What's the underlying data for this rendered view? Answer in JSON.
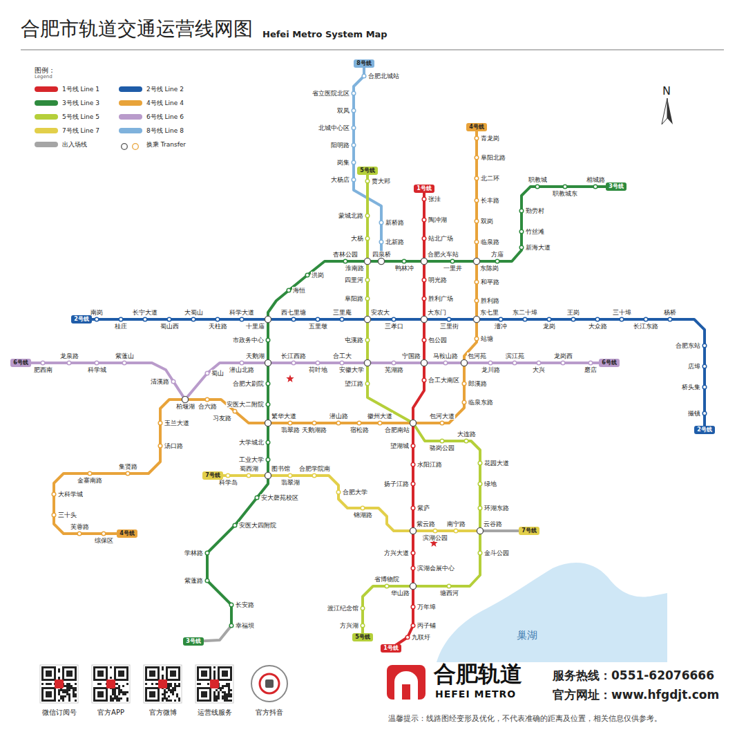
{
  "diagram": {
    "title": "合肥市轨道交通运营线网图",
    "nodes": [
      {
        "text": [
          "8号线"
        ]
      },
      {
        "text": [
          "4号线"
        ]
      },
      {
        "text": [
          "5号线"
        ]
      },
      {
        "text": [
          "1号线"
        ]
      },
      {
        "text": [
          "3号线"
        ]
      },
      {
        "text": [
          "2号线"
        ]
      },
      {
        "text": [
          "6号线"
        ]
      },
      {
        "text": [
          "6号线"
        ]
      },
      {
        "text": [
          "2号线"
        ]
      },
      {
        "text": [
          "7号线"
        ]
      },
      {
        "text": [
          "7号线"
        ]
      },
      {
        "text": [
          "4号线"
        ]
      },
      {
        "text": [
          "5号线"
        ]
      },
      {
        "text": [
          "3号线"
        ]
      },
      {
        "text": [
          "1号线"
        ]
      }
    ],
    "labels": [
      "Hefei Metro System Map",
      "图例：",
      "Legend",
      "N",
      "巢湖",
      "微信订阅号",
      "官方APP",
      "官方微博",
      "运营线服务",
      "官方抖音",
      "合肥轨道",
      "HEFEI METRO",
      "服务热线：0551-62076666",
      "官方网址：www.hfgdjt.com",
      "温馨提示：线路图经变形及优化，不代表准确的距离及位置，相关信息仅供参考。",
      "张洼",
      "陶冲湖",
      "站北广场",
      "合肥火车站",
      "明光路",
      "胜利广场",
      "大东门",
      "包公园",
      "宁国路",
      "合工大南区",
      "合肥南站",
      "望湖城",
      "水阳江路",
      "扬子江路",
      "紫庐",
      "紫云路",
      "方兴大道",
      "滨湖会展中心",
      "华山路",
      "万年埠",
      "丙子铺",
      "九联圩",
      "南岗",
      "桂庄",
      "长宁大道",
      "蜀山西",
      "大蜀山",
      "天柱路",
      "科学大道",
      "十里庙",
      "西七里塘",
      "五里墩",
      "三里庵",
      "安农大",
      "三孝口",
      "三里街",
      "东七里",
      "漕冲",
      "东二十埠",
      "龙岗",
      "王岗",
      "大众路",
      "三十埠",
      "长江东路",
      "杨桥",
      "合肥东站",
      "店埠",
      "桥头集",
      "撮镇",
      "相城路",
      "职教城东",
      "职教城",
      "勤劳村",
      "竹丝滩",
      "新海大道",
      "方庙",
      "东陈岗",
      "一里井",
      "鸭林冲",
      "四泉桥",
      "淮南路",
      "杏林公园",
      "洪岗",
      "海恒",
      "市政务中心",
      "天鹅湖",
      "合肥大剧院",
      "安医大二附院",
      "繁华大道",
      "大学城北",
      "工业大学",
      "图书馆",
      "安大磬苑校区",
      "安医大四附院",
      "学林路",
      "紫蓬路",
      "长安路",
      "幸福坝",
      "青龙岗",
      "阜阳北路",
      "北二环",
      "长丰路",
      "双岗",
      "临泉路",
      "和平路",
      "胜利路",
      "站塘",
      "包河苑",
      "郎溪路",
      "临泉东路",
      "包河大道",
      "徽州大道",
      "宿松路",
      "潜山路",
      "天鹅湖路",
      "翡翠路",
      "习友路",
      "合六路",
      "柏堰湖",
      "玉兰大道",
      "汤口路",
      "集贤路",
      "金寨南路",
      "大科学城",
      "三十头",
      "芙蓉路",
      "综保区",
      "贾大郢",
      "蒙城北路",
      "大杨",
      "四里河",
      "阜阳路",
      "屯溪路",
      "安徽大学",
      "望江路",
      "骆岗公园",
      "大连路",
      "花园大道",
      "绿地",
      "环湖东路",
      "云谷路",
      "金斗公园",
      "塘西河",
      "省博物院",
      "渡江纪念馆",
      "方兴湖",
      "肥西南",
      "龙泉路",
      "科学城",
      "紫蓬山",
      "清溪路",
      "蜀山",
      "潜山北路",
      "长江西路",
      "荷叶地",
      "合工大",
      "芜湖路",
      "马鞍山路",
      "龙川路",
      "滨江苑",
      "大兴",
      "龙岗西",
      "磨店",
      "科学岛",
      "蜀西湖",
      "翡翠湖",
      "合肥学院南",
      "合肥大学",
      "锦湖路",
      "滨湖公园",
      "南宁路",
      "合肥北城站",
      "省立医院北区",
      "双凤",
      "北城中心区",
      "阳明路",
      "岗集",
      "大杨店",
      "新桥路",
      "北新路"
    ],
    "legend": [
      {
        "text": "1号线 Line 1",
        "color": "#d7262b"
      },
      {
        "text": "2号线 Line 2",
        "color": "#1f5ca8"
      },
      {
        "text": "3号线 Line 3",
        "color": "#2e8b3e"
      },
      {
        "text": "4号线 Line 4",
        "color": "#e8a33a"
      },
      {
        "text": "5号线 Line 5",
        "color": "#b5cf3a"
      },
      {
        "text": "6号线 Line 6",
        "color": "#b99bcb"
      },
      {
        "text": "7号线 Line 7",
        "color": "#e2cf4a"
      },
      {
        "text": "8号线 Line 8",
        "color": "#7fb2dc"
      },
      {
        "text": "出入场线",
        "color": "#a5a5a5"
      },
      {
        "text": "换乘 Transfer"
      }
    ]
  }
}
